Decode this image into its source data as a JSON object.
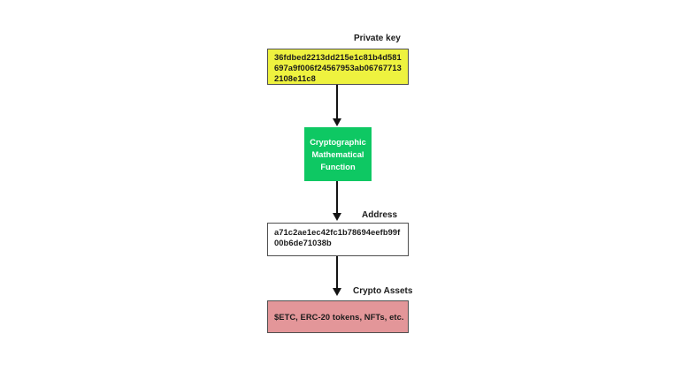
{
  "diagram": {
    "private_key": {
      "label": "Private key",
      "value": "36fdbed2213dd215e1c81b4d581697a9f006f24567953ab067677132108e11c8",
      "bg_color": "#eef23f"
    },
    "crypto_function": {
      "text": "Cryptographic Mathematical Function",
      "bg_color": "#0ec863",
      "text_color": "#ffffff"
    },
    "address": {
      "label": "Address",
      "value": "a71c2ae1ec42fc1b78694eefb99f00b6de71038b",
      "bg_color": "#ffffff"
    },
    "crypto_assets": {
      "label": "Crypto Assets",
      "value": "$ETC, ERC-20 tokens, NFTs, etc.",
      "bg_color": "#e39699"
    },
    "styles": {
      "border_color": "#4f4f4f",
      "arrow_color": "#141414",
      "text_color": "#1b1b1b"
    }
  }
}
